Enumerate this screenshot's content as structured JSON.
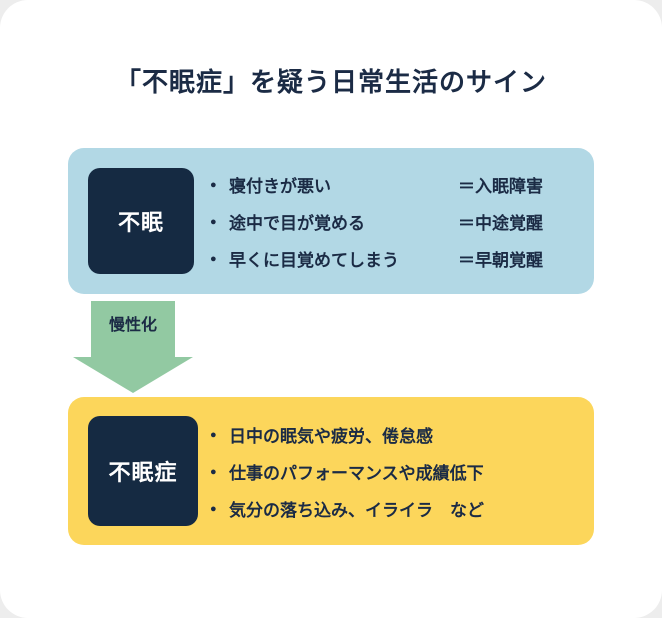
{
  "title": "「不眠症」を疑う日常生活のサイン",
  "bullet_char": "●",
  "colors": {
    "navy": "#152a42",
    "light_blue": "#b2d8e5",
    "yellow": "#fcd65b",
    "green": "#92c9a2",
    "text": "#1b2b45",
    "background": "#ffffff"
  },
  "acute": {
    "label": "不眠",
    "items": [
      {
        "symptom": "寝付きが悪い",
        "term": "＝入眠障害"
      },
      {
        "symptom": "途中で目が覚める",
        "term": "＝中途覚醒"
      },
      {
        "symptom": "早くに目覚めてしまう",
        "term": "＝早朝覚醒"
      }
    ]
  },
  "arrow": {
    "label": "慢性化"
  },
  "chronic": {
    "label": "不眠症",
    "items": [
      {
        "symptom": "日中の眠気や疲労、倦怠感"
      },
      {
        "symptom": "仕事のパフォーマンスや成績低下"
      },
      {
        "symptom": "気分の落ち込み、イライラ　など"
      }
    ]
  }
}
